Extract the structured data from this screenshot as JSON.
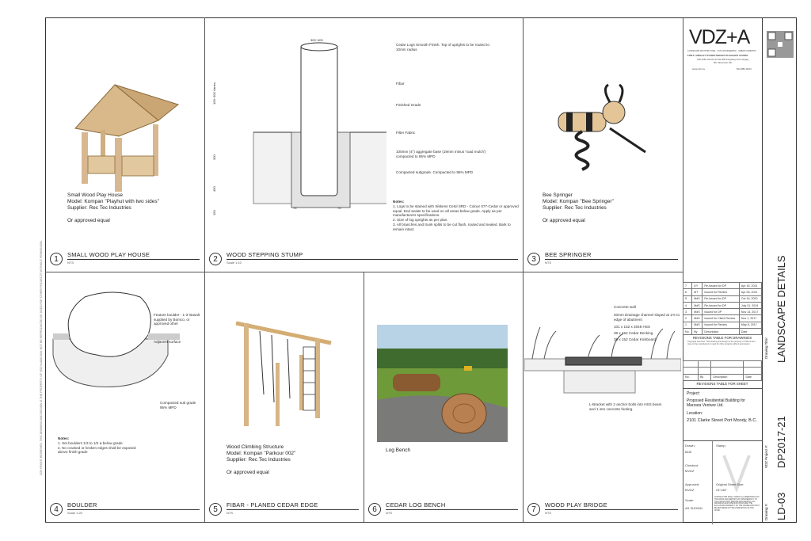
{
  "details": [
    {
      "num": "1",
      "title": "SMALL WOOD PLAY HOUSE",
      "scale": "NTS",
      "desc": [
        "Small Wood Play House",
        "Model: Kompan \"Playhut with two sides\"",
        "Supplier: Rec Tec Industries",
        "",
        "Or approved equal"
      ]
    },
    {
      "num": "2",
      "title": "WOOD STEPPING STUMP",
      "scale": "Scale 1:10",
      "labels": [
        "Cedar Logs Smooth Finish.  Top of uprights to be routed to 10mm radius",
        "Fibar",
        "Finished Grade",
        "Filter Fabric",
        "100mm (4\") aggregate base (19mm minus 'road mulch') compacted to 95% MPD",
        "Compacted subgrade.  Compacted to 95% MPD"
      ],
      "dims": [
        "300~400",
        "100~300 Varies",
        "300",
        "450",
        "150",
        "75",
        "75"
      ],
      "notes_title": "Notes:",
      "notes": [
        "1. Logs to be stained with Sikkens Cetol SRD - Colour 077-Cedar or approved equal. End sealer to be used on all areas below grade. Apply as per manufacturers specifications.",
        "2. Size of log uprights as per plan.",
        "3. All branches and trunk splits to be cut flush, routed and sealed. Bark to remain intact."
      ]
    },
    {
      "num": "3",
      "title": "BEE SPRINGER",
      "scale": "NTS",
      "desc": [
        "Bee Springer",
        "Model: Kompan \"Bee Springer\"",
        "Supplier: Rec Tec Industries",
        "",
        "Or approved equal"
      ]
    },
    {
      "num": "4",
      "title": "BOULDER",
      "scale": "Scale 1:20",
      "labels": [
        "Feature boulder - 1-3' Basalt supplied by Bomco, or approved other",
        "Adjacent surface",
        "Compacted sub grade 95% MPD"
      ],
      "notes_title": "Notes:",
      "notes": [
        "1. Set boulders 1/3 to 1/2 ø below grade",
        "2. No cracked or broken edges shall be exposed above finish grade"
      ]
    },
    {
      "num": "5",
      "title": "FIBAR - PLANED CEDAR EDGE",
      "scale": "NTS",
      "desc": [
        "Wood Climbing Structure",
        "Model: Kompan \"Parkour 002\"",
        "Supplier: Rec Tec Industries",
        "",
        "Or approved equal"
      ]
    },
    {
      "num": "6",
      "title": "CEDAR LOG BENCH",
      "scale": "NTS",
      "desc": [
        "Log Bench"
      ]
    },
    {
      "num": "7",
      "title": "WOOD PLAY BRIDGE",
      "scale": "NTS",
      "labels": [
        "Concrete wall",
        "20mm Drainage channel sloped at 1% to edge of abutment",
        "101 x 152 x 3048 HSS",
        "38 x 152 Cedar Decking",
        "38 x 152 Cedar Kickboard",
        "L-Bracket with 2 anchor bolts into HSS beam and 1 into concrete footing."
      ]
    }
  ],
  "firm": {
    "logo": "VDZ+A",
    "tagline": "LANDSCAPE ARCHITECTURE · CIVIL ENGINEERING · URBAN FORESTRY",
    "studios": "FORT LANGLEY STUDIO  MOUNT PLEASANT STUDIO",
    "address": "230-9181 Church St  102-355 Kingsway  Fort Langley, BC  Vancouver, BC",
    "web": "www.vdz.ca",
    "phone": "604-882-0024"
  },
  "revisions_drawings": {
    "rows": [
      [
        "7",
        "DY",
        "Re-Issued for DP",
        "Apr 16, 2021"
      ],
      [
        "6",
        "MT",
        "Issued for Review",
        "Apr 06, 2021"
      ],
      [
        "5",
        "MdS",
        "Re-Issued for DP",
        "Oct 16, 2020"
      ],
      [
        "4",
        "MdS",
        "Re-Issued for DP",
        "July 31, 2019"
      ],
      [
        "3",
        "MdS",
        "Issued for DP",
        "Nov 14, 2017"
      ],
      [
        "2",
        "MdS",
        "Issued for Client Review",
        "Nov 1, 2017"
      ],
      [
        "1",
        "MdS",
        "Issued for Review",
        "May 8, 2017"
      ]
    ],
    "header": [
      "No.",
      "By",
      "Description",
      "Date"
    ],
    "title": "REVISIONS TABLE FOR DRAWINGS",
    "copyright": "Copyright reserved. This drawing and design is the property of VDZ+A and may not be reproduced or used for other projects without permission."
  },
  "revisions_sheet": {
    "header": [
      "No.",
      "By",
      "Description",
      "Date"
    ],
    "title": "REVISIONS TABLE FOR SHEET"
  },
  "project": {
    "label": "Project:",
    "value": "Proposed Residential Building for Marzara Venture Ltd.",
    "loc_label": "Location:",
    "loc_value": "2101 Clarke Street Port Moody, B.C."
  },
  "signoff": {
    "drawn_l": "Drawn:",
    "drawn": "MdS",
    "stamp_l": "Stamp:",
    "checked_l": "Checked:",
    "checked": "MVDZ",
    "approved_l": "Approved:",
    "approved": "MVDZ",
    "size_l": "Original Sheet Size:",
    "size": "24\"x36\"",
    "scale_l": "Scale:",
    "scale": "AS SHOWN",
    "disclaimer": "CONTRACTOR SHALL CHECK ALL DIMENSIONS ON THE WORK AND REPORT ANY DISCREPANCY TO THE CONSULTANT BEFORE PROCEEDING. ALL DRAWINGS AND SPECIFICATIONS ARE THE EXCLUSIVE PROPERTY OF THE OWNER AND MUST BE RETURNED AT THE COMPLETION OF THE WORK."
  },
  "strip": {
    "title_l": "Drawing Title:",
    "title": "LANDSCAPE DETAILS",
    "proj_l": "VDZ Project #:",
    "proj": "DP2017-21",
    "dwg_l": "Drawing #:",
    "dwg": "LD-03"
  },
  "side_note": "COPYRIGHT RESERVED. THIS DRAWING AND DESIGN IS THE PROPERTY OF VDZ+A AND MAY NOT BE REPRODUCED OR USED FOR OTHER PROJECTS WITHOUT PERMISSION."
}
